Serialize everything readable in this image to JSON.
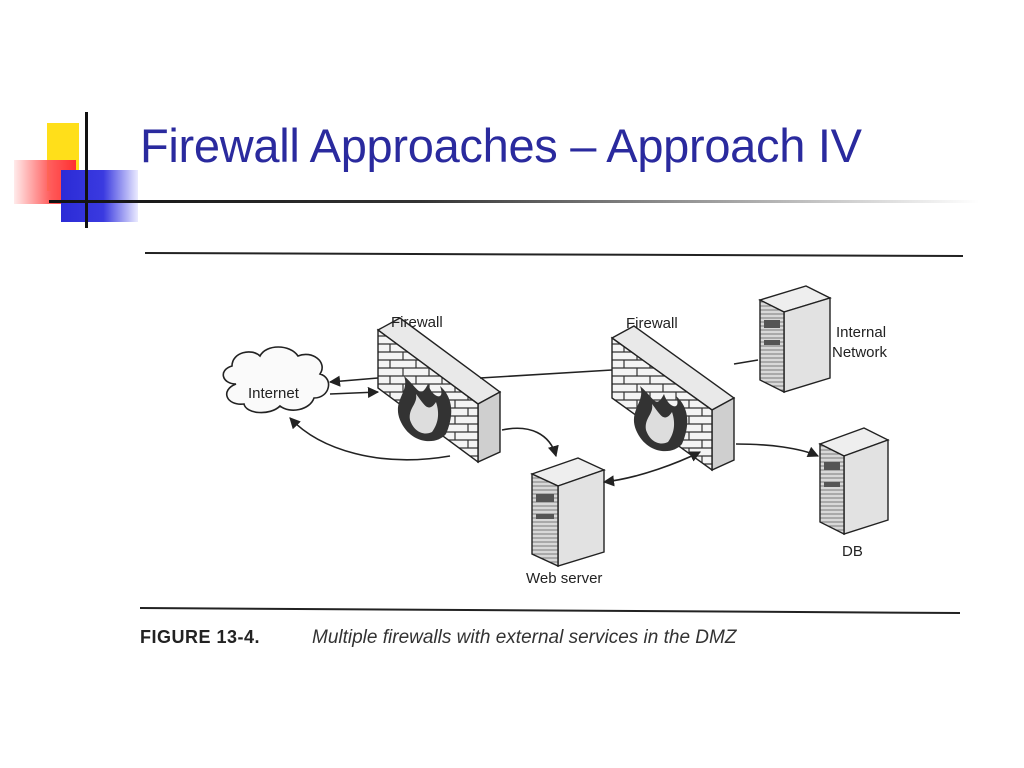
{
  "slide": {
    "title": "Firewall Approaches – Approach IV"
  },
  "diagram": {
    "nodes": {
      "internet": "Internet",
      "firewall_1": "Firewall",
      "firewall_2": "Firewall",
      "internal_network_line1": "Internal",
      "internal_network_line2": "Network",
      "web_server": "Web server",
      "db": "DB"
    }
  },
  "figure": {
    "number": "FIGURE 13-4.",
    "caption": "Multiple firewalls with external services in the DMZ"
  }
}
